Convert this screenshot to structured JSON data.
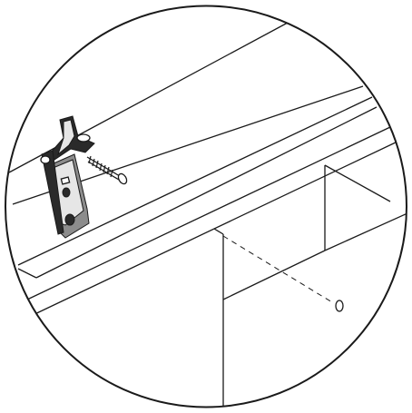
{
  "diagram": {
    "kind": "assembly-detail-callout",
    "line_color": "#1a1a1a",
    "fill_color": "#ffffff",
    "hardware_dark": "#2a2a2a",
    "hardware_mid": "#8c8c8c",
    "hardware_light": "#e6e6e6",
    "parts": [
      "top-panel",
      "rail",
      "vertical-panel",
      "side-panel",
      "bracket",
      "screw",
      "pilot-hole",
      "alignment-line"
    ]
  }
}
